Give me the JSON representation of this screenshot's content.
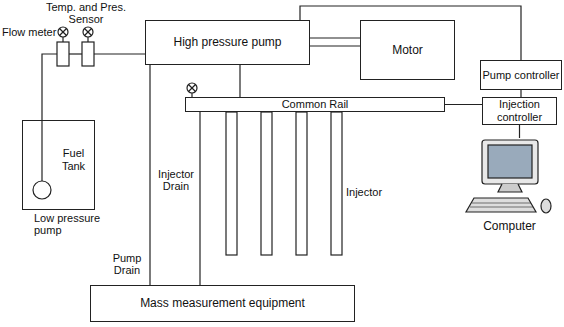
{
  "diagram": {
    "nodes": [
      {
        "text": [
          "High pressure pump"
        ]
      },
      {
        "text": [
          "Motor"
        ]
      },
      {
        "text": [
          "Pump controller"
        ]
      },
      {
        "text": [
          "Fuel Tank"
        ]
      },
      {
        "text": [
          "Common Rail"
        ]
      },
      {
        "text": [
          "Injection controller"
        ]
      },
      {
        "text": [
          "Computer"
        ]
      },
      {
        "text": [
          "Mass measurement equipment"
        ]
      }
    ],
    "edges": [
      {
        "from": 0,
        "to": 1,
        "arrow": "none"
      },
      {
        "from": 0,
        "to": 2,
        "arrow": "none"
      },
      {
        "from": 2,
        "to": 5,
        "arrow": "none"
      },
      {
        "from": 4,
        "to": 5,
        "arrow": "none"
      },
      {
        "from": 5,
        "to": 6,
        "arrow": "none"
      },
      {
        "from": 0,
        "to": 4,
        "arrow": "none"
      },
      {
        "from": 0,
        "to": 7,
        "arrow": "none"
      },
      {
        "from": 4,
        "to": 7,
        "arrow": "none"
      },
      {
        "from": 3,
        "to": 0,
        "arrow": "none"
      }
    ],
    "labels": [
      "Temp. and Pres. Sensor",
      "Flow meter",
      "Low pressure pump",
      "Injector Drain",
      "Injector",
      "Pump Drain"
    ]
  }
}
